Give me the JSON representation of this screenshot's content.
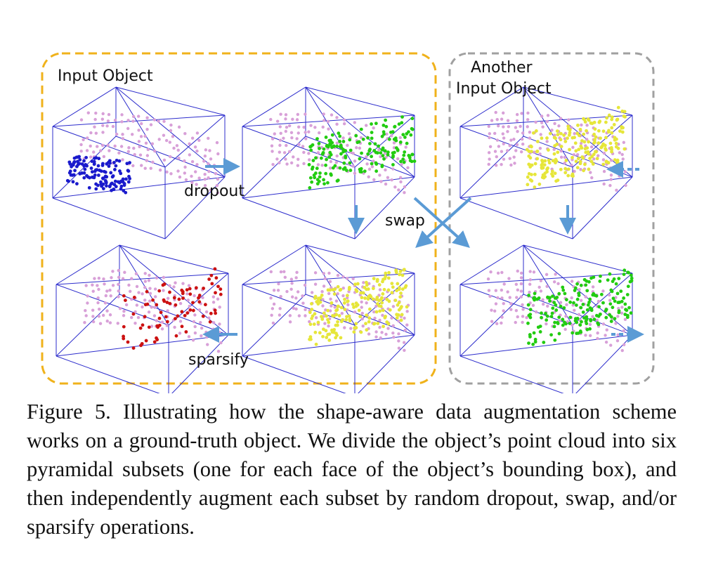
{
  "labels": {
    "input_object": "Input Object",
    "another_line1": "Another",
    "another_line2": "Input Object",
    "dropout": "dropout",
    "swap": "swap",
    "sparsify": "sparsify"
  },
  "caption": "Figure 5. Illustrating how the shape-aware data augmentation scheme works on a ground-truth object.  We divide the object’s point cloud into six pyramidal subsets (one for each face of the object’s bounding box), and then independently augment each subset by random dropout, swap, and/or sparsify operations.",
  "colors": {
    "left_frame": "#f0b21b",
    "right_frame": "#a0a0a0",
    "arrow": "#5b9bd5",
    "box_edge": "#2c2ccc",
    "base_points": "#d8a0d8",
    "blue_points": "#1a1acc",
    "green_points": "#22cc11",
    "yellow_points": "#e6e63a",
    "red_points": "#cc1111"
  }
}
